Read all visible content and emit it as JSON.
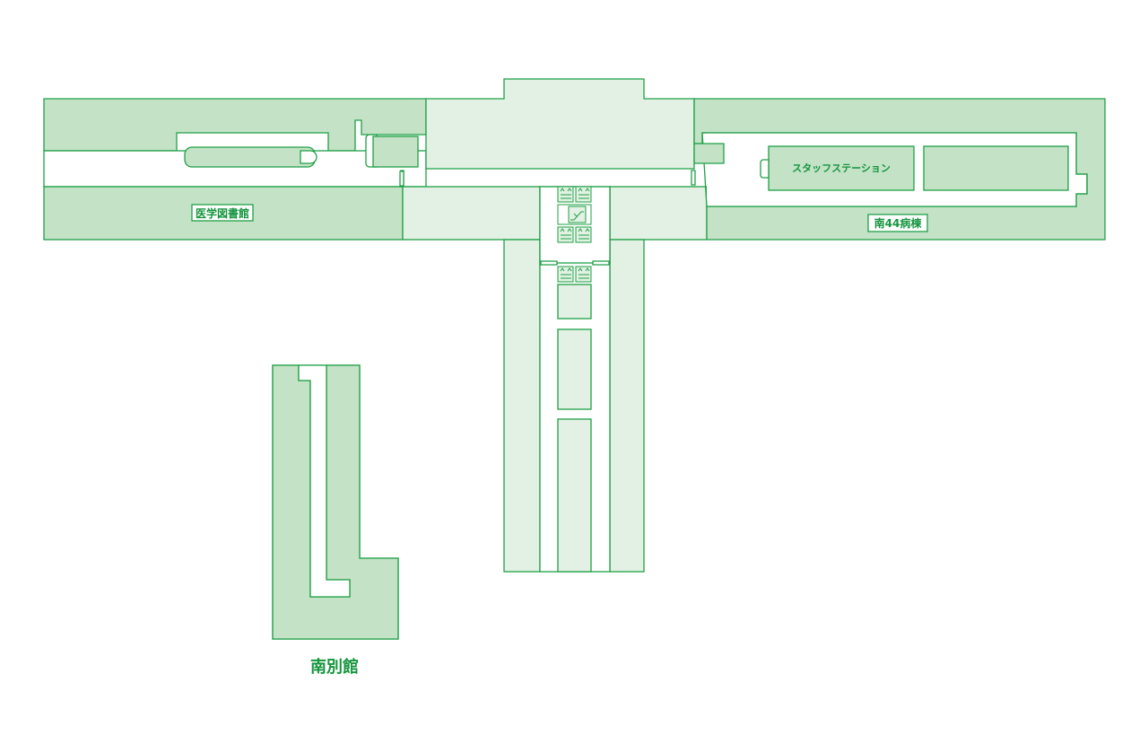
{
  "map": {
    "labels": {
      "library": "医学図書館",
      "ward": "南44病棟",
      "staff_station": "スタッフステーション",
      "annex": "南別館"
    },
    "icons": [
      "elevator-icon",
      "escalator-icon"
    ],
    "colors": {
      "stroke": "#1fa046",
      "dark_fill": "#c4e2c6",
      "light_fill": "#e2f1e3",
      "label": "#15953e"
    }
  }
}
